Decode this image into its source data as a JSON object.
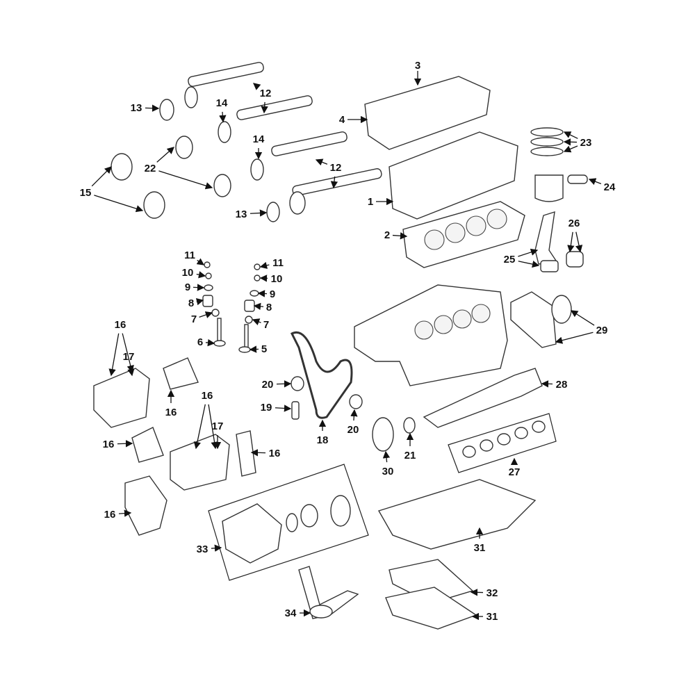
{
  "title": "Engine parts exploded diagram",
  "callouts": [
    {
      "id": "c3",
      "label": "3"
    },
    {
      "id": "c4",
      "label": "4"
    },
    {
      "id": "c23",
      "label": "23"
    },
    {
      "id": "c24",
      "label": "24"
    },
    {
      "id": "c1",
      "label": "1"
    },
    {
      "id": "c2",
      "label": "2"
    },
    {
      "id": "c26",
      "label": "26"
    },
    {
      "id": "c25",
      "label": "25"
    },
    {
      "id": "c12a",
      "label": "12"
    },
    {
      "id": "c13a",
      "label": "13"
    },
    {
      "id": "c14a",
      "label": "14"
    },
    {
      "id": "c14b",
      "label": "14"
    },
    {
      "id": "c22",
      "label": "22"
    },
    {
      "id": "c12b",
      "label": "12"
    },
    {
      "id": "c15",
      "label": "15"
    },
    {
      "id": "c13b",
      "label": "13"
    },
    {
      "id": "c11a",
      "label": "11"
    },
    {
      "id": "c10a",
      "label": "10"
    },
    {
      "id": "c9a",
      "label": "9"
    },
    {
      "id": "c8a",
      "label": "8"
    },
    {
      "id": "c7a",
      "label": "7"
    },
    {
      "id": "c6",
      "label": "6"
    },
    {
      "id": "c11b",
      "label": "11"
    },
    {
      "id": "c10b",
      "label": "10"
    },
    {
      "id": "c9b",
      "label": "9"
    },
    {
      "id": "c8b",
      "label": "8"
    },
    {
      "id": "c7b",
      "label": "7"
    },
    {
      "id": "c5",
      "label": "5"
    },
    {
      "id": "c29",
      "label": "29"
    },
    {
      "id": "c16a",
      "label": "16"
    },
    {
      "id": "c17a",
      "label": "17"
    },
    {
      "id": "c16b",
      "label": "16"
    },
    {
      "id": "c20a",
      "label": "20"
    },
    {
      "id": "c19",
      "label": "19"
    },
    {
      "id": "c18",
      "label": "18"
    },
    {
      "id": "c20b",
      "label": "20"
    },
    {
      "id": "c28",
      "label": "28"
    },
    {
      "id": "c16c",
      "label": "16"
    },
    {
      "id": "c17b",
      "label": "17"
    },
    {
      "id": "c16d",
      "label": "16"
    },
    {
      "id": "c16e",
      "label": "16"
    },
    {
      "id": "c30",
      "label": "30"
    },
    {
      "id": "c21",
      "label": "21"
    },
    {
      "id": "c27",
      "label": "27"
    },
    {
      "id": "c16f",
      "label": "16"
    },
    {
      "id": "c33",
      "label": "33"
    },
    {
      "id": "c31a",
      "label": "31"
    },
    {
      "id": "c32",
      "label": "32"
    },
    {
      "id": "c34",
      "label": "34"
    },
    {
      "id": "c31b",
      "label": "31"
    }
  ]
}
